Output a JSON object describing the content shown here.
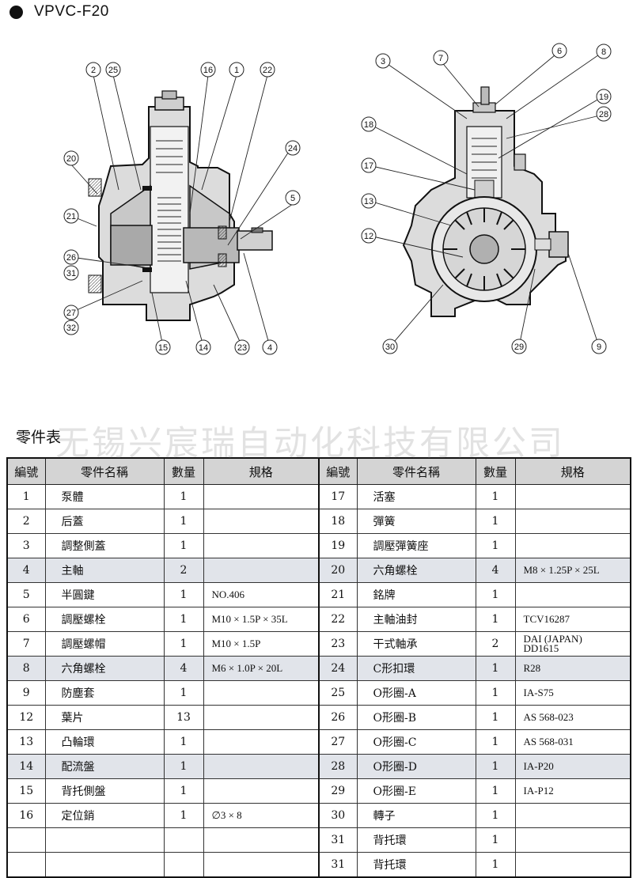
{
  "title": "VPVC-F20",
  "parts_heading": "零件表",
  "watermark": "无锡兴宸瑞自动化科技有限公司",
  "table": {
    "headers": [
      "編號",
      "零件名稱",
      "數量",
      "規格"
    ],
    "left": [
      {
        "no": "1",
        "name": "泵體",
        "qty": "1",
        "spec": ""
      },
      {
        "no": "2",
        "name": "后蓋",
        "qty": "1",
        "spec": ""
      },
      {
        "no": "3",
        "name": "調整側蓋",
        "qty": "1",
        "spec": ""
      },
      {
        "no": "4",
        "name": "主軸",
        "qty": "2",
        "spec": ""
      },
      {
        "no": "5",
        "name": "半圓鍵",
        "qty": "1",
        "spec": "NO.406"
      },
      {
        "no": "6",
        "name": "調壓螺栓",
        "qty": "1",
        "spec": "M10 × 1.5P × 35L"
      },
      {
        "no": "7",
        "name": "調壓螺帽",
        "qty": "1",
        "spec": "M10 × 1.5P"
      },
      {
        "no": "8",
        "name": "六角螺栓",
        "qty": "4",
        "spec": "M6 × 1.0P × 20L"
      },
      {
        "no": "9",
        "name": "防塵套",
        "qty": "1",
        "spec": ""
      },
      {
        "no": "12",
        "name": "葉片",
        "qty": "13",
        "spec": ""
      },
      {
        "no": "13",
        "name": "凸輪環",
        "qty": "1",
        "spec": ""
      },
      {
        "no": "14",
        "name": "配流盤",
        "qty": "1",
        "spec": ""
      },
      {
        "no": "15",
        "name": "背托側盤",
        "qty": "1",
        "spec": ""
      },
      {
        "no": "16",
        "name": "定位銷",
        "qty": "1",
        "spec": "∅3 × 8"
      },
      {
        "no": "",
        "name": "",
        "qty": "",
        "spec": ""
      },
      {
        "no": "",
        "name": "",
        "qty": "",
        "spec": ""
      }
    ],
    "right": [
      {
        "no": "17",
        "name": "活塞",
        "qty": "1",
        "spec": ""
      },
      {
        "no": "18",
        "name": "彈簧",
        "qty": "1",
        "spec": ""
      },
      {
        "no": "19",
        "name": "調壓彈簧座",
        "qty": "1",
        "spec": ""
      },
      {
        "no": "20",
        "name": "六角螺栓",
        "qty": "4",
        "spec": "M8 × 1.25P × 25L"
      },
      {
        "no": "21",
        "name": "銘牌",
        "qty": "1",
        "spec": ""
      },
      {
        "no": "22",
        "name": "主軸油封",
        "qty": "1",
        "spec": "TCV16287"
      },
      {
        "no": "23",
        "name": "干式軸承",
        "qty": "2",
        "spec": "DAI (JAPAN)\nDD1615"
      },
      {
        "no": "24",
        "name": "C形扣環",
        "qty": "1",
        "spec": "R28"
      },
      {
        "no": "25",
        "name": "O形圈-A",
        "qty": "1",
        "spec": "IA-S75"
      },
      {
        "no": "26",
        "name": "O形圈-B",
        "qty": "1",
        "spec": "AS 568-023"
      },
      {
        "no": "27",
        "name": "O形圈-C",
        "qty": "1",
        "spec": "AS 568-031"
      },
      {
        "no": "28",
        "name": "O形圈-D",
        "qty": "1",
        "spec": "IA-P20"
      },
      {
        "no": "29",
        "name": "O形圈-E",
        "qty": "1",
        "spec": "IA-P12"
      },
      {
        "no": "30",
        "name": "轉子",
        "qty": "1",
        "spec": ""
      },
      {
        "no": "31",
        "name": "背托環",
        "qty": "1",
        "spec": ""
      },
      {
        "no": "31",
        "name": "背托環",
        "qty": "1",
        "spec": ""
      }
    ],
    "shaded_rows": [
      3,
      7,
      11
    ]
  },
  "left_drawing_callouts": [
    "2",
    "25",
    "16",
    "1",
    "22",
    "20",
    "24",
    "5",
    "21",
    "26",
    "31",
    "27",
    "32",
    "15",
    "14",
    "23",
    "4"
  ],
  "right_drawing_callouts": [
    "3",
    "7",
    "6",
    "8",
    "19",
    "28",
    "18",
    "17",
    "13",
    "12",
    "30",
    "29",
    "9"
  ]
}
